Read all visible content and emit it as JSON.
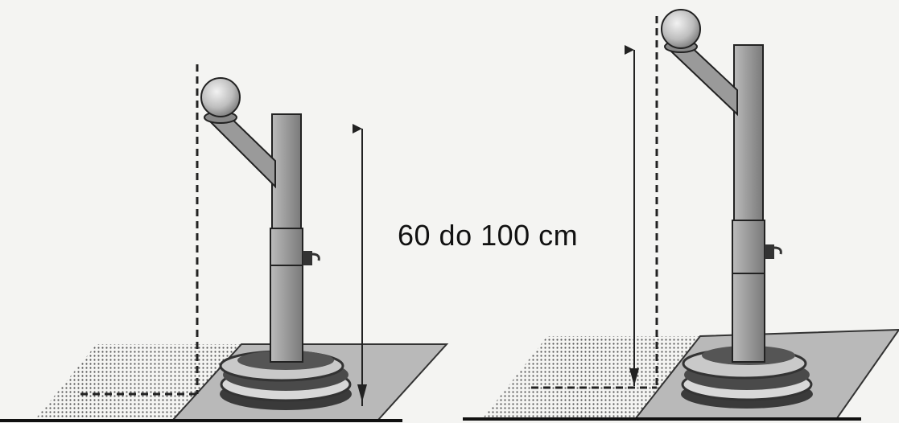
{
  "figure": {
    "height_range_label": "60 do 100 cm",
    "panels": [
      {
        "state": "lowered"
      },
      {
        "state": "raised"
      }
    ]
  }
}
